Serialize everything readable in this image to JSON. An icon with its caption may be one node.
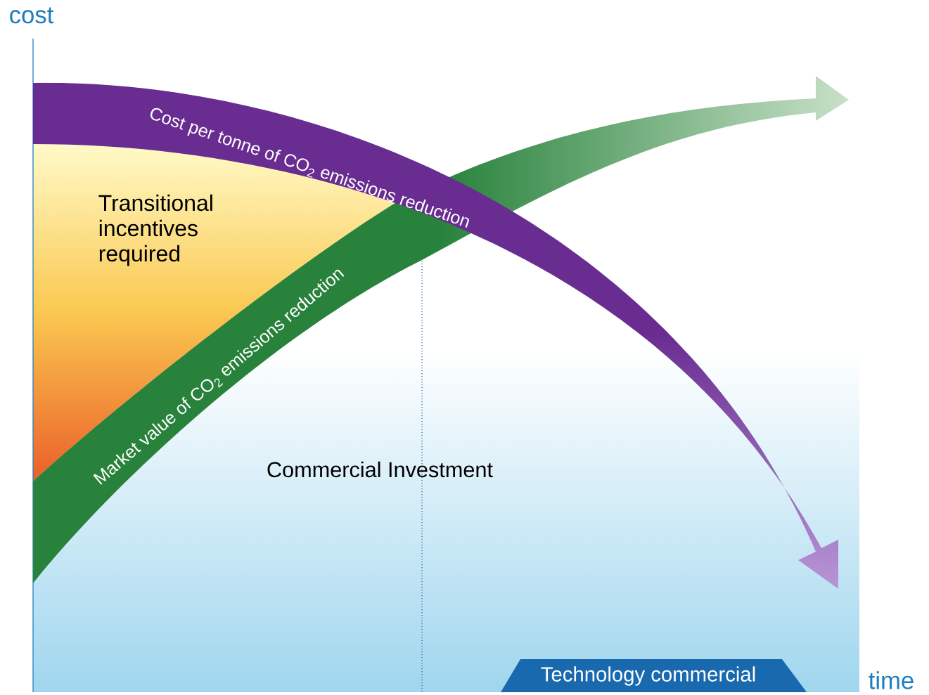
{
  "diagram": {
    "nodes": [
      {
        "text": [
          "Cost per tonne of CO$_{2}$ emissions reduction"
        ]
      },
      {
        "text": [
          "Market value of CO$_{2}$ emissions reduction"
        ]
      },
      {
        "text": [
          "Technology commercial"
        ]
      }
    ],
    "labels": [
      "cost",
      "Transitional incentives required",
      "Commercial Investment",
      "time"
    ]
  }
}
